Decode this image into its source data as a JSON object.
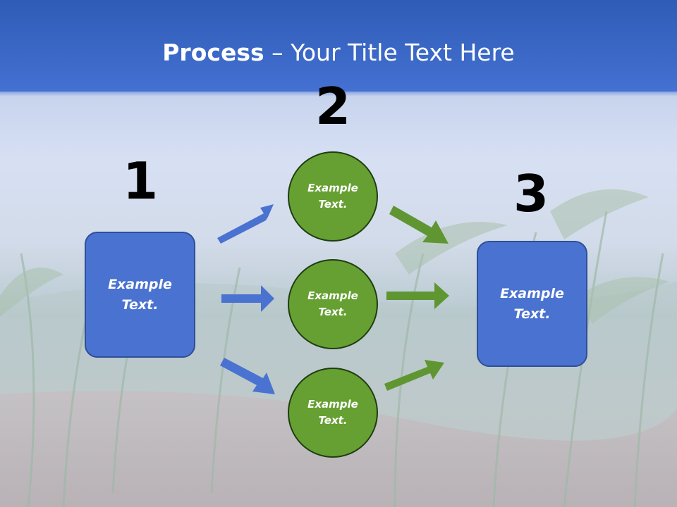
{
  "title": {
    "bold": "Process",
    "rest": " – Your Title Text Here"
  },
  "steps": [
    {
      "number": "1",
      "text_line1": "Example",
      "text_line2": "Text."
    },
    {
      "number": "2"
    },
    {
      "number": "3",
      "text_line1": "Example",
      "text_line2": "Text."
    }
  ],
  "circles": [
    {
      "line1": "Example",
      "line2": "Text."
    },
    {
      "line1": "Example",
      "line2": "Text."
    },
    {
      "line1": "Example",
      "line2": "Text."
    }
  ],
  "colors": {
    "title_bar": "#3d68c8",
    "box_fill": "#4a72d0",
    "circle_fill": "#66a032",
    "blue_arrow": "#4a72d0",
    "green_arrow": "#5f9632"
  }
}
